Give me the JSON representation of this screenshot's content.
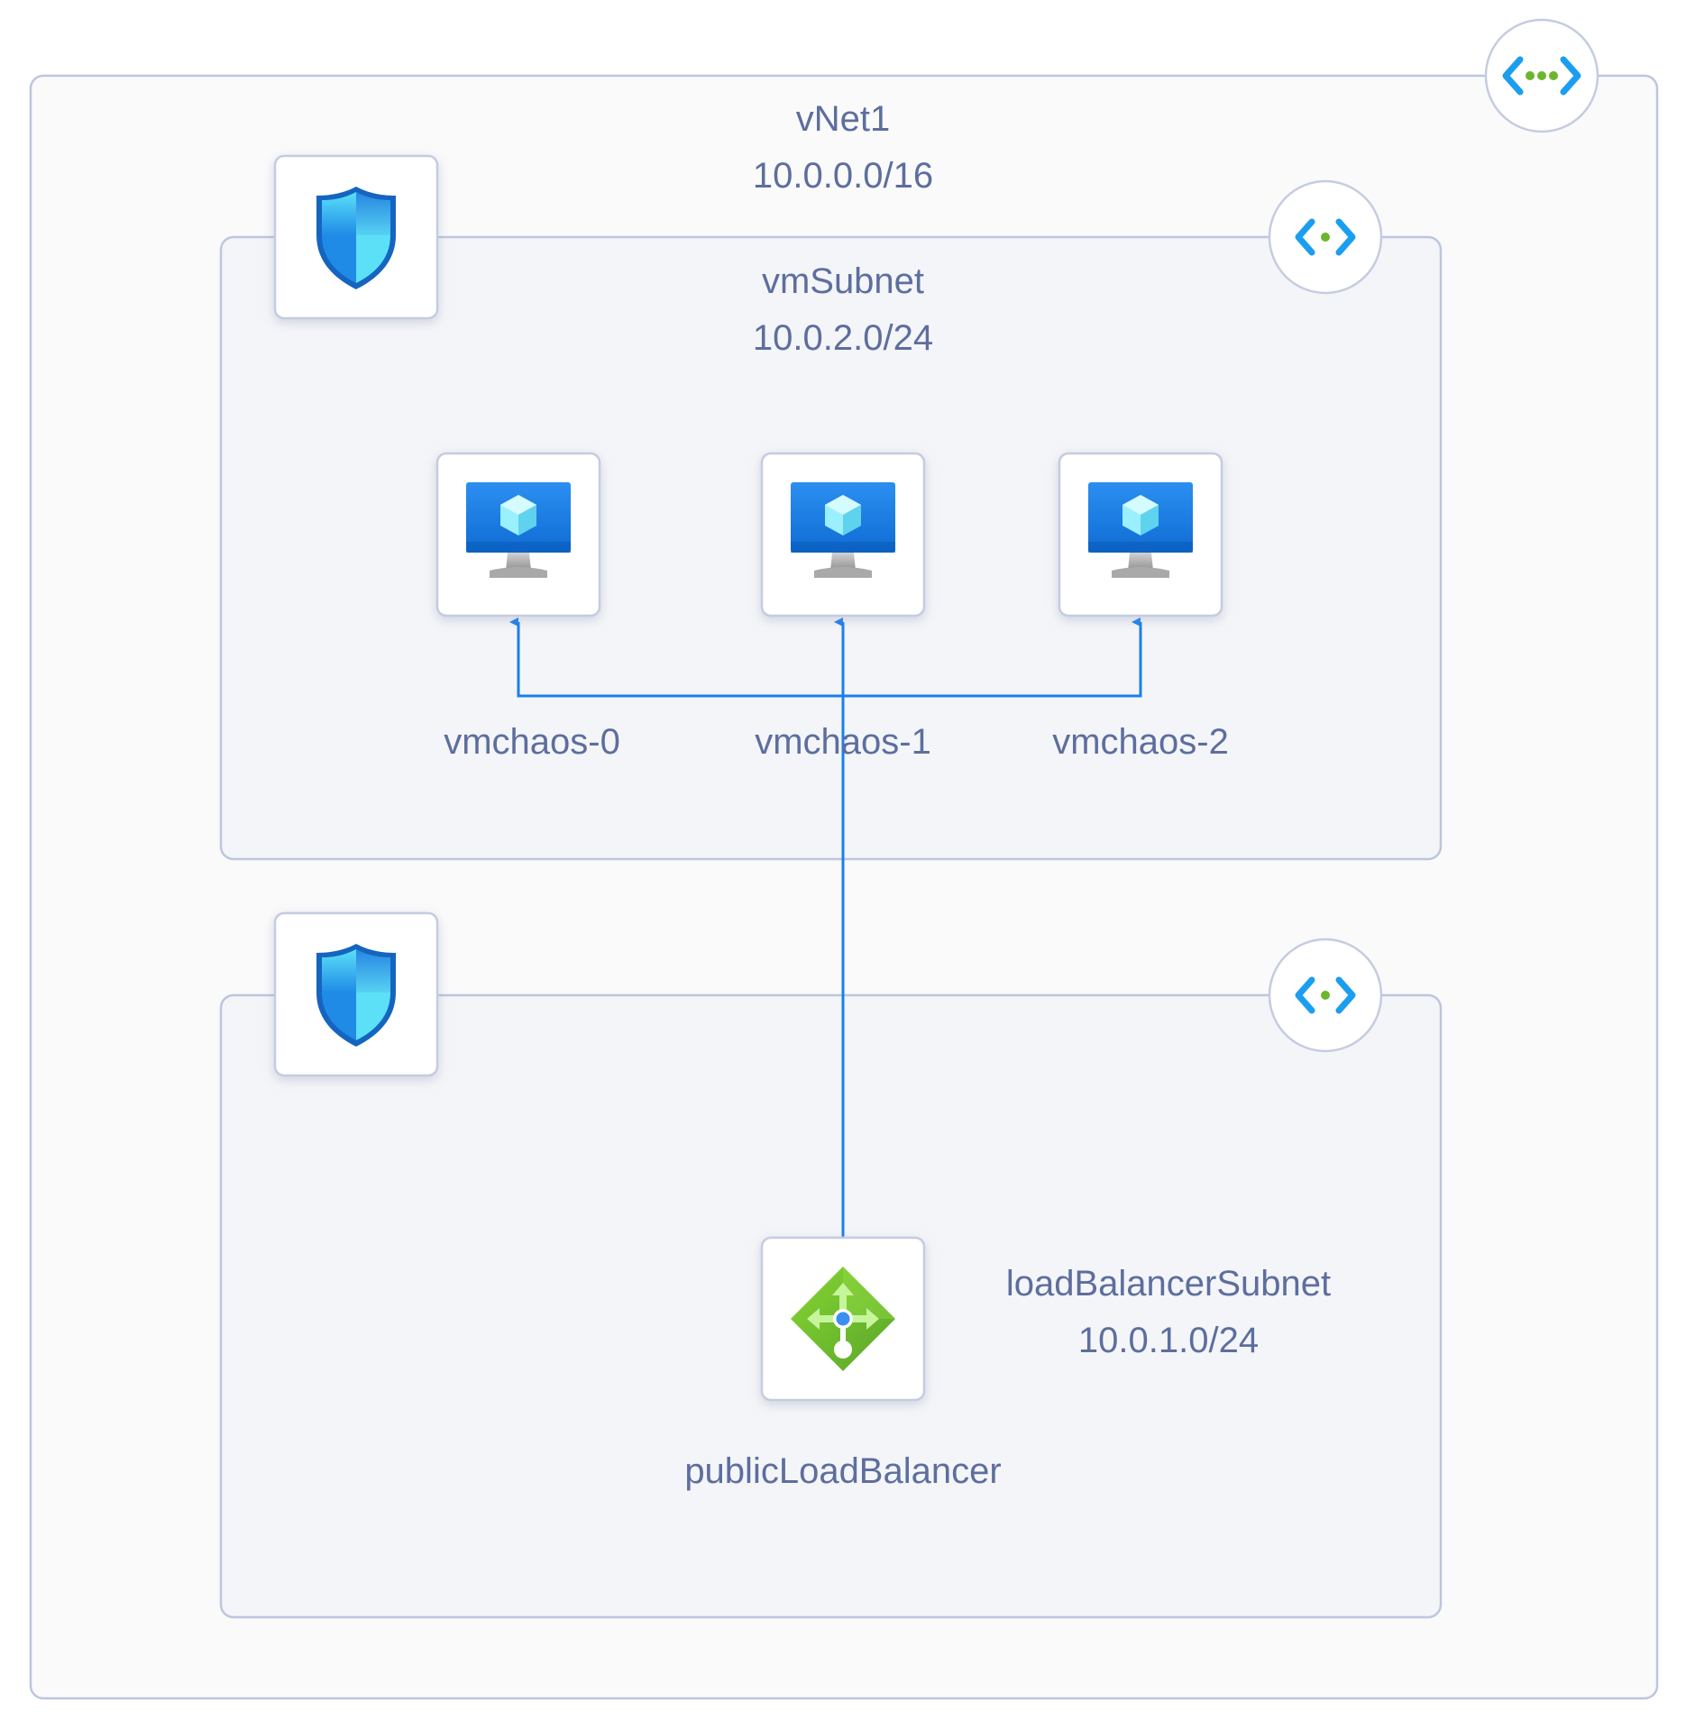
{
  "vnet": {
    "name": "vNet1",
    "cidr": "10.0.0.0/16"
  },
  "subnets": [
    {
      "name": "vmSubnet",
      "cidr": "10.0.2.0/24"
    },
    {
      "name": "loadBalancerSubnet",
      "cidr": "10.0.1.0/24"
    }
  ],
  "vms": [
    {
      "name": "vmchaos-0"
    },
    {
      "name": "vmchaos-1"
    },
    {
      "name": "vmchaos-2"
    }
  ],
  "load_balancer": {
    "name": "publicLoadBalancer"
  },
  "icons": {
    "vnet": "virtual-network-icon",
    "subnet": "subnet-icon",
    "nsg": "network-security-group-shield-icon",
    "vm": "virtual-machine-icon",
    "lb": "load-balancer-icon"
  },
  "colors": {
    "connector": "#1a7ef0",
    "container_border": "#b9c4dd",
    "label": "#5d6e9e",
    "lb_green": "#76bc2d"
  }
}
